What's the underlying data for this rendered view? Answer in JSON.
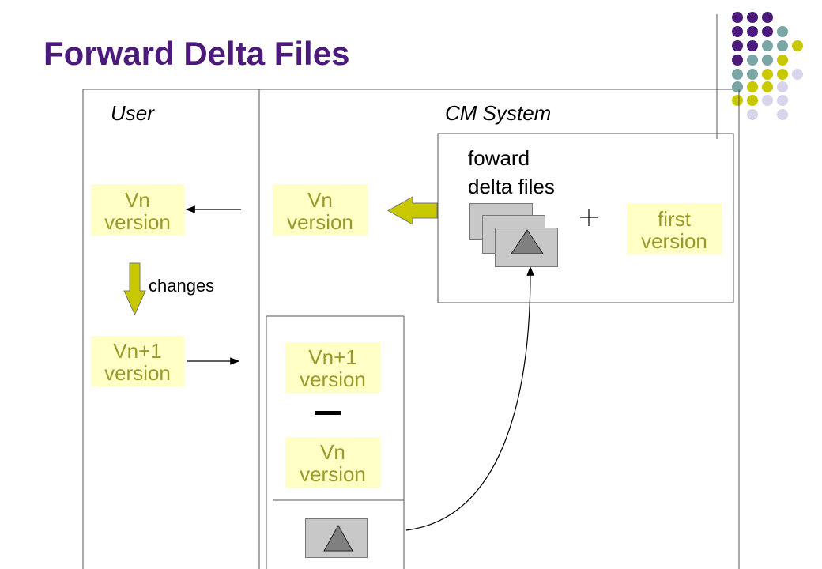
{
  "title": "Forward Delta Files",
  "labels": {
    "user": "User",
    "cm_system": "CM System",
    "forward_delta_line1": "foward",
    "forward_delta_line2": "delta files",
    "changes": "changes",
    "plus": "+",
    "minus": "–"
  },
  "user_boxes": {
    "vn": {
      "line1": "Vn",
      "line2": "version"
    },
    "vn1": {
      "line1": "Vn+1",
      "line2": "version"
    }
  },
  "cm_boxes": {
    "vn_retrieved": {
      "line1": "Vn",
      "line2": "version"
    },
    "first": {
      "line1": "first",
      "line2": "version"
    },
    "vn1_diff": {
      "line1": "Vn+1",
      "line2": "version"
    },
    "vn_diff": {
      "line1": "Vn",
      "line2": "version"
    }
  },
  "colors": {
    "title": "#4b1a7a",
    "version_box_fill": "#ffffc6",
    "version_box_text": "#9a9a2a",
    "arrow_fill": "#c8c800",
    "delta_doc_fill": "#c8c8c8",
    "delta_icon": "#808080",
    "dot_purple": "#4b1a7a",
    "dot_teal": "#7aa6a6",
    "dot_olive": "#c8c800",
    "dot_lavender": "#d8d4ea"
  }
}
